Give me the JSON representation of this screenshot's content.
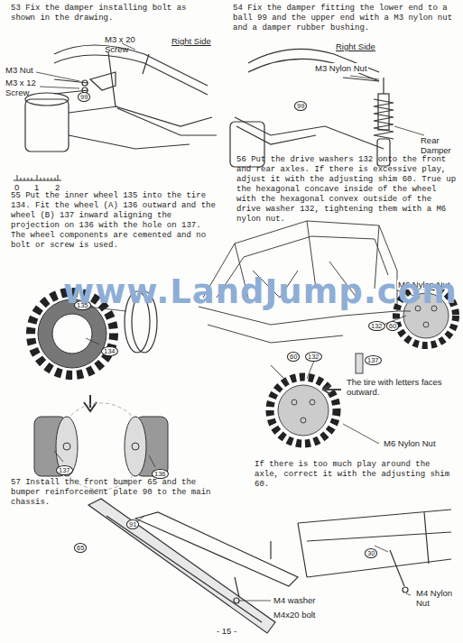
{
  "diagram": {
    "labels": [
      "53 Fix the damper installing bolt as shown in the drawing.",
      "M3 x 20 Screw",
      "Right Side",
      "M3 Nut",
      "M3 x 12 Screw",
      "99",
      "0",
      "1",
      "2",
      "54 Fix the damper fitting the lower end to a ball 99 and the upper end with a M3 nylon nut and a damper rubber bushing.",
      "Right Side",
      "M3 Nylon Nut",
      "99",
      "Rear Damper",
      "55 Put the inner wheel 135 into the tire 134. Fit the wheel (A) 136 outward and the wheel (B) 137 inward aligning the projection on 136 with the hole on 137. The wheel components are cemented and no bolt or screw is used.",
      "56 Put the drive washers 132 onto the front and rear axles. If there is excessive play, adjust it with the adjusting shim 60. True up the hexagonal concave inside of the wheel with the hexagonal convex outside of the drive washer 132, tightening them with a M6 nylon nut.",
      "134",
      "135",
      "137",
      "136",
      "M6 Nylon Nut",
      "132",
      "60",
      "60",
      "132",
      "137",
      "The tire with letters faces outward.",
      "M6 Nylon Nut",
      "If there is too much play around the axle, correct it with the adjusting shim 60.",
      "57 Install the front bumper 65 and the bumper reinforcement plate 90 to the main chassis.",
      "65",
      "91",
      "30",
      "M4 washer",
      "M4x20 bolt",
      "M4 Nylon Nut",
      "www.LandJump.com",
      "- 15 -"
    ]
  }
}
